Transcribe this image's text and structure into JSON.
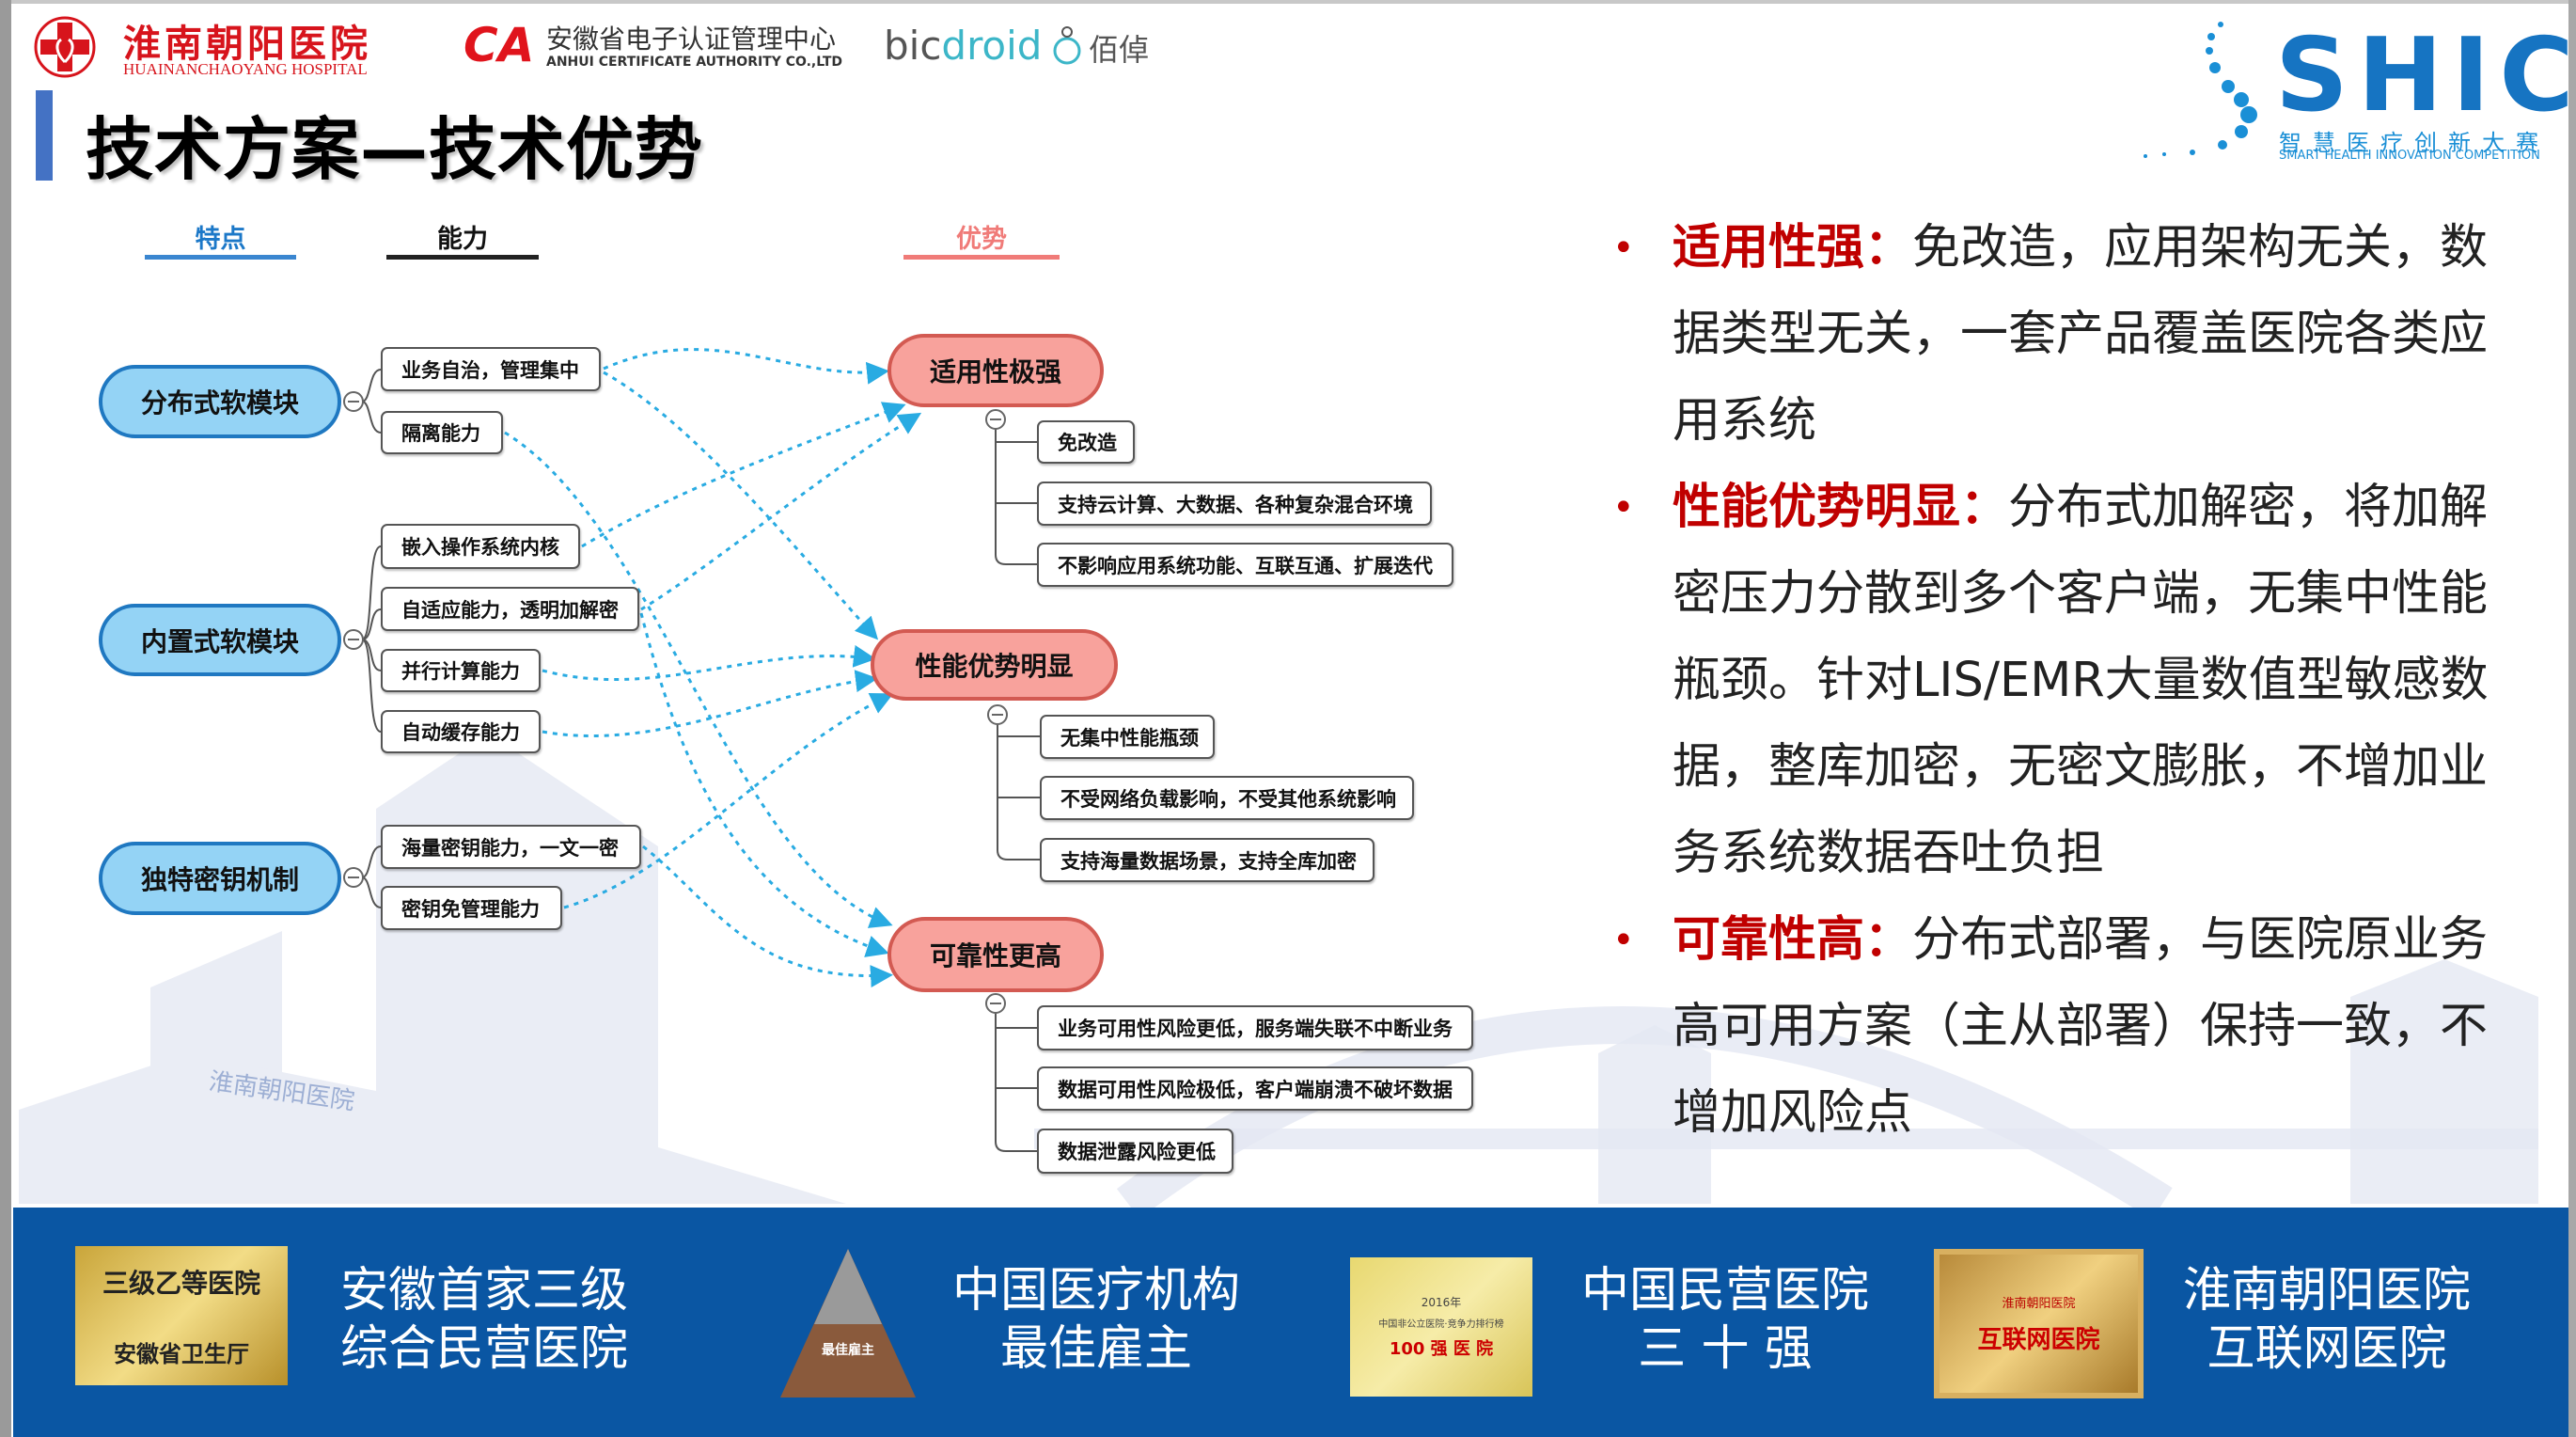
{
  "header": {
    "hospital_logo": {
      "cn": "淮南朝阳医院",
      "en": "HUAINANCHAOYANG HOSPITAL"
    },
    "ca_logo": {
      "mark": "CA",
      "cn": "安徽省电子认证管理中心",
      "en": "ANHUI CERTIFICATE AUTHORITY CO.,LTD"
    },
    "bicdroid_logo": {
      "bic": "bic",
      "droid": "droid",
      "cn": "佰倬"
    },
    "shic_logo": {
      "mark": "SHIC",
      "cn": "智慧医疗创新大赛",
      "en": "SMART HEALTH INNOVATION COMPETITION"
    },
    "title": "技术方案—技术优势"
  },
  "mindmap": {
    "columns": {
      "features": "特点",
      "capabilities": "能力",
      "advantages": "优势"
    },
    "features": [
      {
        "label": "分布式软模块",
        "capabilities": [
          "业务自治，管理集中",
          "隔离能力"
        ]
      },
      {
        "label": "内置式软模块",
        "capabilities": [
          "嵌入操作系统内核",
          "自适应能力，透明加解密",
          "并行计算能力",
          "自动缓存能力"
        ]
      },
      {
        "label": "独特密钥机制",
        "capabilities": [
          "海量密钥能力，一文一密",
          "密钥免管理能力"
        ]
      }
    ],
    "advantages": [
      {
        "label": "适用性极强",
        "details": [
          "免改造",
          "支持云计算、大数据、各种复杂混合环境",
          "不影响应用系统功能、互联互通、扩展迭代"
        ]
      },
      {
        "label": "性能优势明显",
        "details": [
          "无集中性能瓶颈",
          "不受网络负载影响，不受其他系统影响",
          "支持海量数据场景，支持全库加密"
        ]
      },
      {
        "label": "可靠性更高",
        "details": [
          "业务可用性风险更低，服务端失联不中断业务",
          "数据可用性风险极低，客户端崩溃不破坏数据",
          "数据泄露风险更低"
        ]
      }
    ],
    "watermark": "淮南朝阳医院"
  },
  "bullets": [
    {
      "heading": "适用性强：",
      "text": "免改造，应用架构无关，数据类型无关，一套产品覆盖医院各类应用系统"
    },
    {
      "heading": "性能优势明显：",
      "text": "分布式加解密，将加解密压力分散到多个客户端，无集中性能瓶颈。针对LIS/EMR大量数值型敏感数据，整库加密，无密文膨胀，不增加业务系统数据吞吐负担"
    },
    {
      "heading": "可靠性高：",
      "text": "分布式部署，与医院原业务高可用方案（主从部署）保持一致，不增加风险点"
    }
  ],
  "awards": [
    {
      "badge_lines": [
        "三级乙等医院",
        "安徽省卫生厅"
      ],
      "lines": [
        "安徽首家三级",
        "综合民营医院"
      ]
    },
    {
      "badge_lines": [
        "最佳雇主"
      ],
      "lines": [
        "中国医疗机构",
        "最佳雇主"
      ]
    },
    {
      "badge_lines": [
        "2016年",
        "中国非公立医院·竞争力排行榜",
        "100 强 医 院"
      ],
      "lines": [
        "中国民营医院",
        "三 十 强"
      ]
    },
    {
      "badge_lines": [
        "淮南朝阳医院",
        "互联网医院"
      ],
      "lines": [
        "淮南朝阳医院",
        "互联网医院"
      ]
    }
  ],
  "colors": {
    "accent_blue": "#4472c4",
    "highlight_red": "#c00000",
    "footer_blue": "#0a56a3",
    "feature_fill": "#94d3f5",
    "advantage_fill": "#f8a29c",
    "arrow": "#29abe2"
  }
}
